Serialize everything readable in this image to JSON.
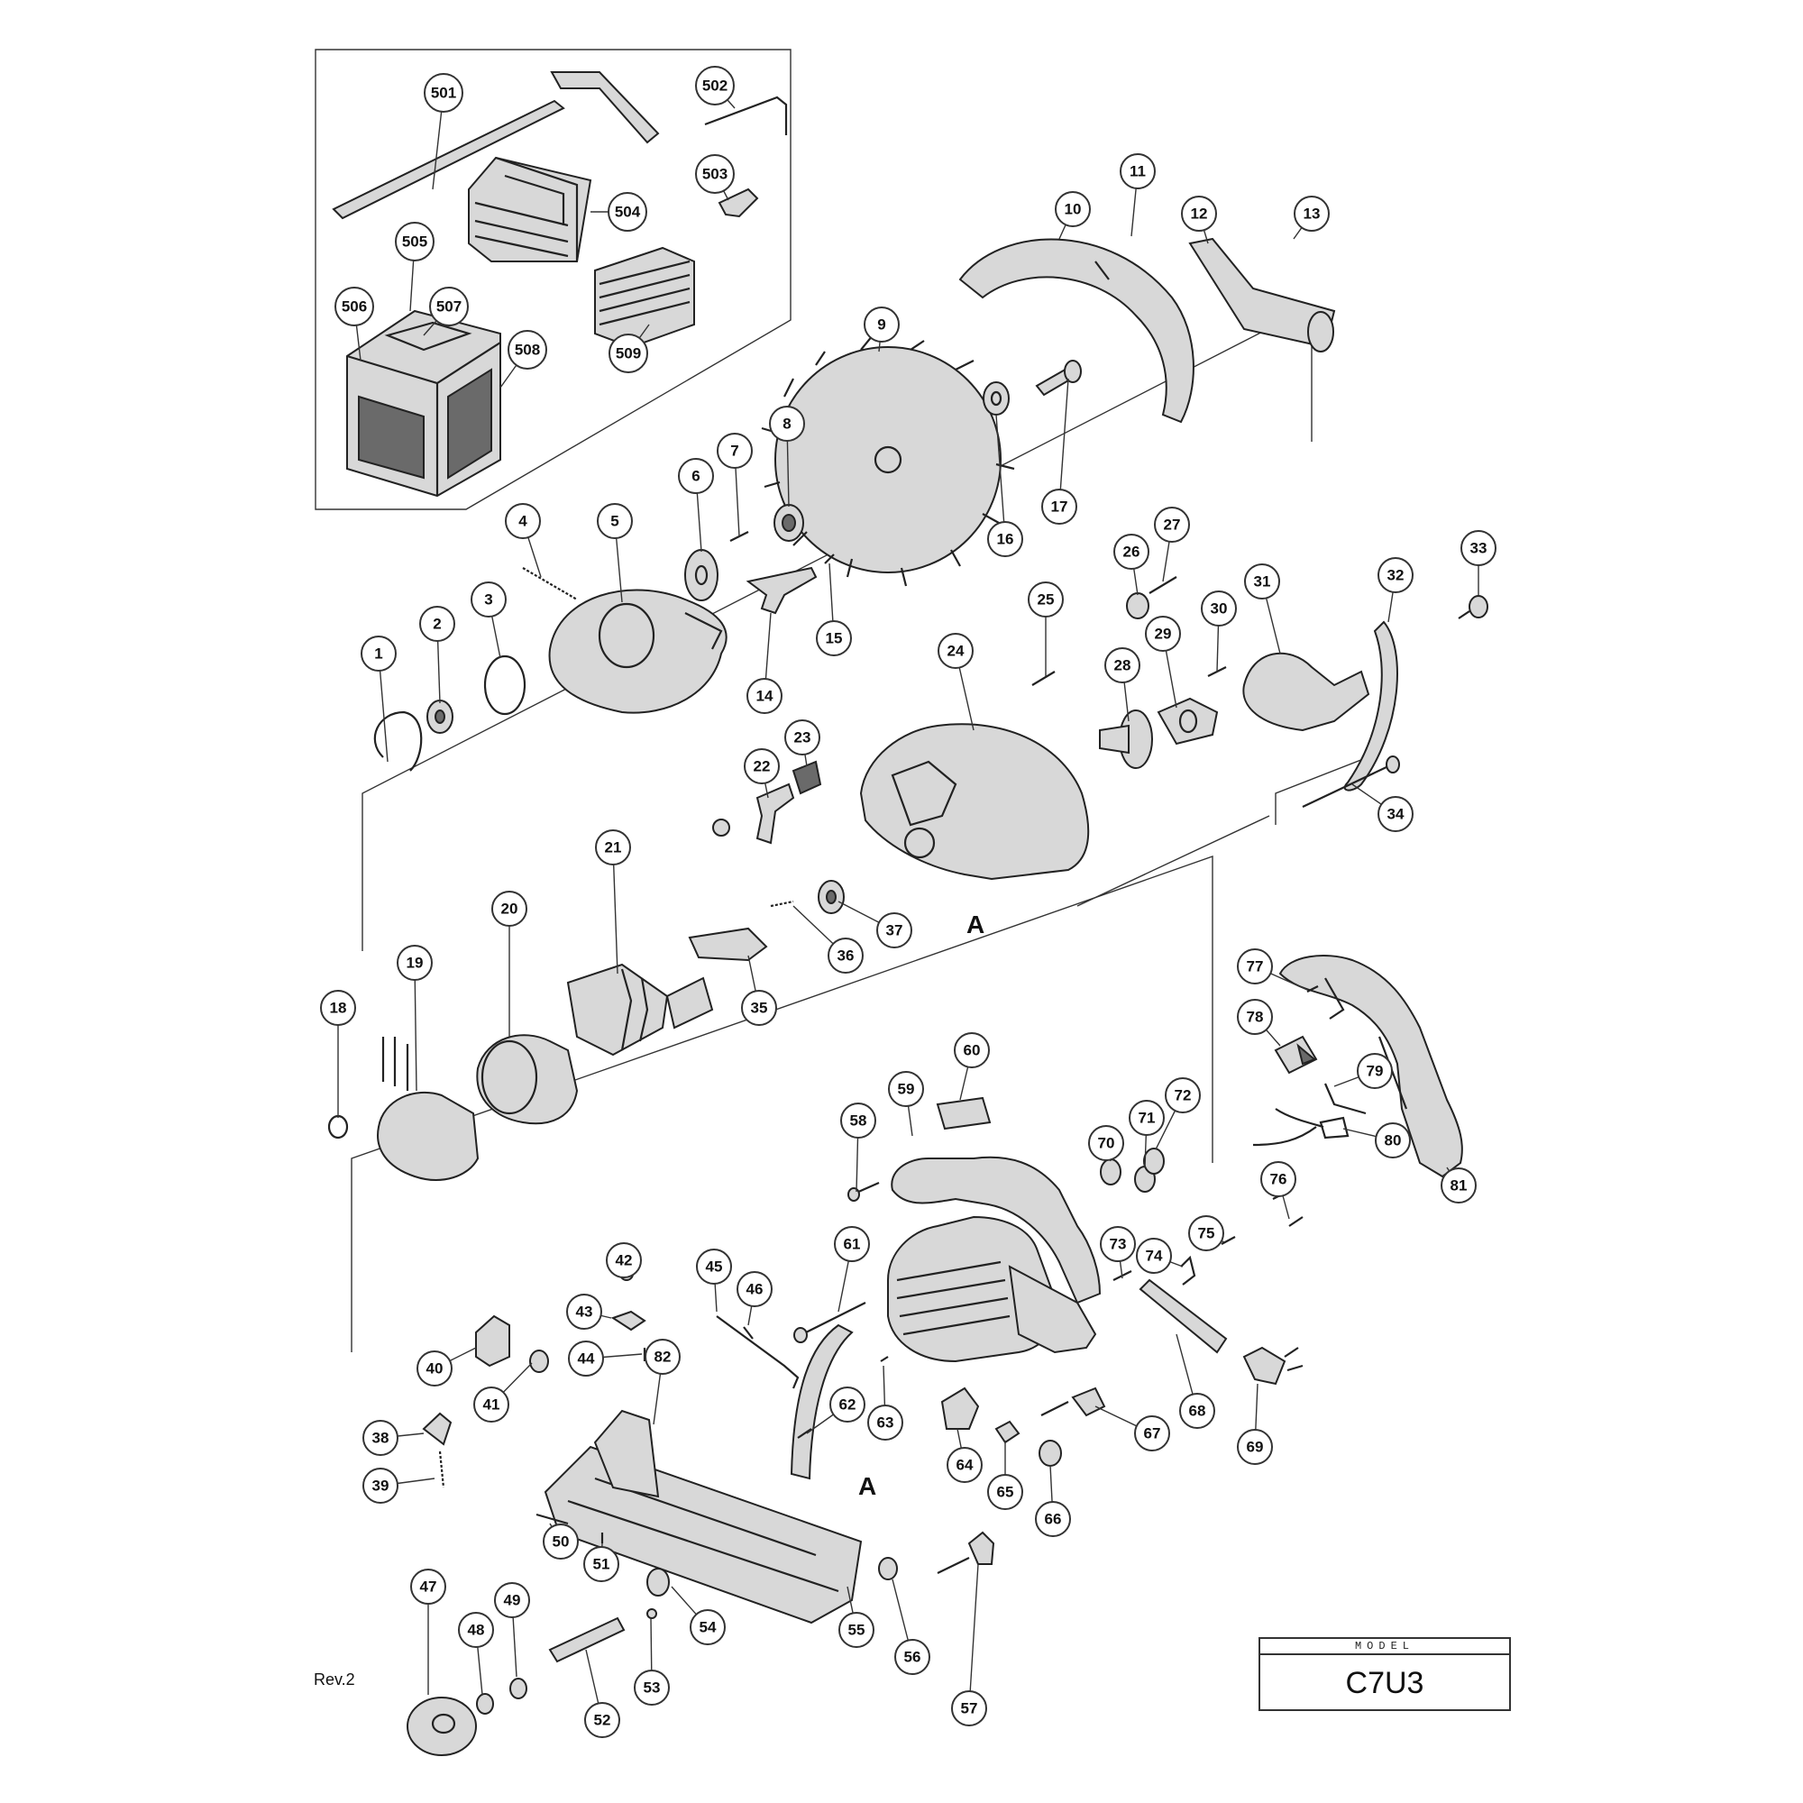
{
  "model_box": {
    "header": "MODEL",
    "value": "C7U3"
  },
  "revision": "Rev.2",
  "reference_marker": "A",
  "callouts": [
    "1",
    "2",
    "3",
    "4",
    "5",
    "6",
    "7",
    "8",
    "9",
    "10",
    "11",
    "12",
    "13",
    "14",
    "15",
    "16",
    "17",
    "18",
    "19",
    "20",
    "21",
    "22",
    "23",
    "24",
    "25",
    "26",
    "27",
    "28",
    "29",
    "30",
    "31",
    "32",
    "33",
    "34",
    "35",
    "36",
    "37",
    "38",
    "39",
    "40",
    "41",
    "42",
    "43",
    "44",
    "45",
    "46",
    "47",
    "48",
    "49",
    "50",
    "51",
    "52",
    "53",
    "54",
    "55",
    "56",
    "57",
    "58",
    "59",
    "60",
    "61",
    "62",
    "63",
    "64",
    "65",
    "66",
    "67",
    "68",
    "69",
    "70",
    "71",
    "72",
    "73",
    "74",
    "75",
    "76",
    "77",
    "78",
    "79",
    "80",
    "81",
    "82",
    "501",
    "502",
    "503",
    "504",
    "505",
    "506",
    "507",
    "508",
    "509"
  ]
}
